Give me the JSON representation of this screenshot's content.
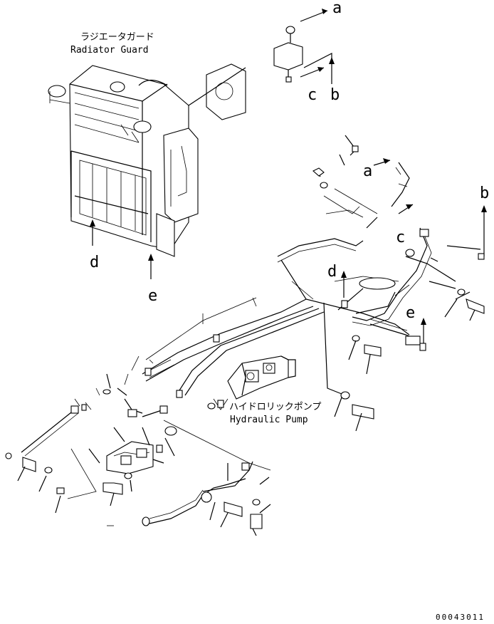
{
  "labels": {
    "radiator_guard_jp": "ラジエータガード",
    "radiator_guard_en": "Radiator Guard",
    "hydraulic_pump_jp": "ハイドロリックポンプ",
    "hydraulic_pump_en": "Hydraulic Pump",
    "drawing_number": "00043011"
  },
  "callouts": {
    "a1": "a",
    "b1": "b",
    "c1": "c",
    "a2": "a",
    "b2": "b",
    "c2": "c",
    "d1": "d",
    "e1": "e",
    "d2": "d",
    "e2": "e"
  }
}
